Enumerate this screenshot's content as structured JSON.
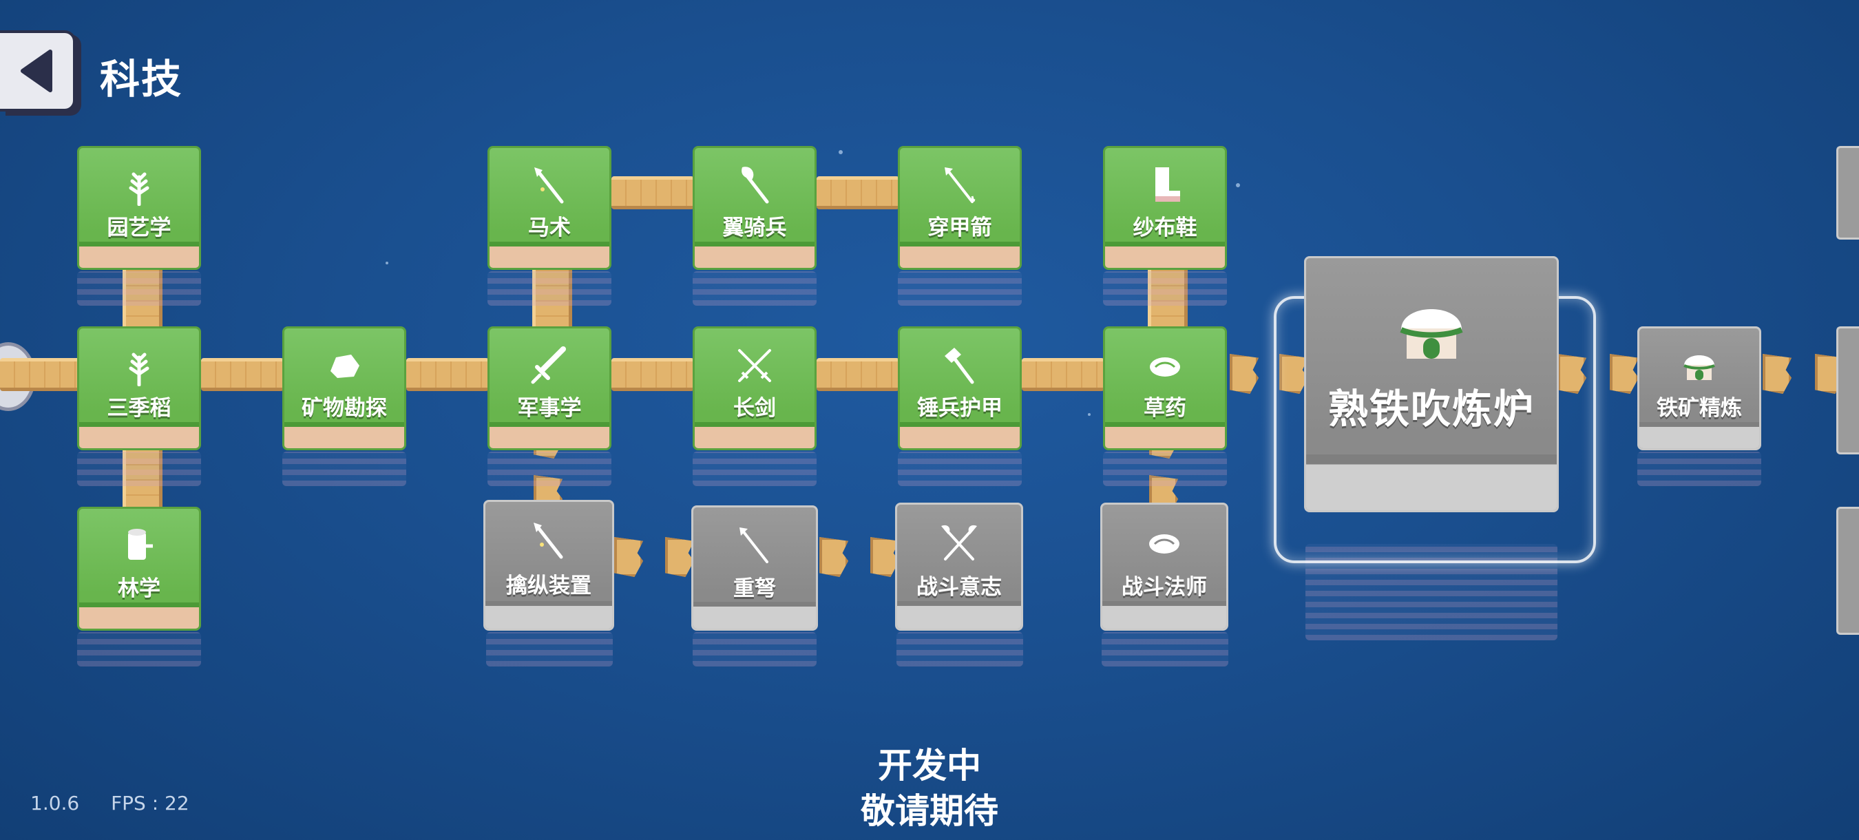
{
  "header": {
    "title": "科技"
  },
  "techs": [
    {
      "id": "yuanyixue",
      "label": "园艺学",
      "state": "unlocked",
      "icon": "wheat-icon"
    },
    {
      "id": "sanjidao",
      "label": "三季稻",
      "state": "unlocked",
      "icon": "wheat-icon"
    },
    {
      "id": "linxue",
      "label": "林学",
      "state": "unlocked",
      "icon": "stump-icon"
    },
    {
      "id": "kuangwu",
      "label": "矿物勘探",
      "state": "unlocked",
      "icon": "ore-icon"
    },
    {
      "id": "mashu",
      "label": "马术",
      "state": "unlocked",
      "icon": "spear-icon"
    },
    {
      "id": "junshi",
      "label": "军事学",
      "state": "unlocked",
      "icon": "sword-icon"
    },
    {
      "id": "yiqibing",
      "label": "翼骑兵",
      "state": "unlocked",
      "icon": "axe-icon"
    },
    {
      "id": "changjian",
      "label": "长剑",
      "state": "unlocked",
      "icon": "crossed-swords-icon"
    },
    {
      "id": "chuanjia",
      "label": "穿甲箭",
      "state": "unlocked",
      "icon": "arrow-icon"
    },
    {
      "id": "chuibing",
      "label": "锤兵护甲",
      "state": "unlocked",
      "icon": "hammer-icon"
    },
    {
      "id": "shabuxie",
      "label": "纱布鞋",
      "state": "unlocked",
      "icon": "boot-icon"
    },
    {
      "id": "caoyao",
      "label": "草药",
      "state": "unlocked",
      "icon": "herb-icon"
    },
    {
      "id": "qinzong",
      "label": "擒纵装置",
      "state": "locked",
      "icon": "spear-icon"
    },
    {
      "id": "zhongnu",
      "label": "重弩",
      "state": "locked",
      "icon": "arrow-icon"
    },
    {
      "id": "zhandouyizhi",
      "label": "战斗意志",
      "state": "locked",
      "icon": "crossed-axes-icon"
    },
    {
      "id": "zhandoufashi",
      "label": "战斗法师",
      "state": "locked",
      "icon": "herb-icon"
    },
    {
      "id": "shutie",
      "label": "熟铁吹炼炉",
      "state": "selected",
      "icon": "furnace-icon"
    },
    {
      "id": "tiekuang",
      "label": "铁矿精炼",
      "state": "locked",
      "icon": "furnace-icon"
    }
  ],
  "footer": {
    "line1": "开发中",
    "line2": "敬请期待"
  },
  "version": "1.0.6",
  "fps": "FPS : 22"
}
